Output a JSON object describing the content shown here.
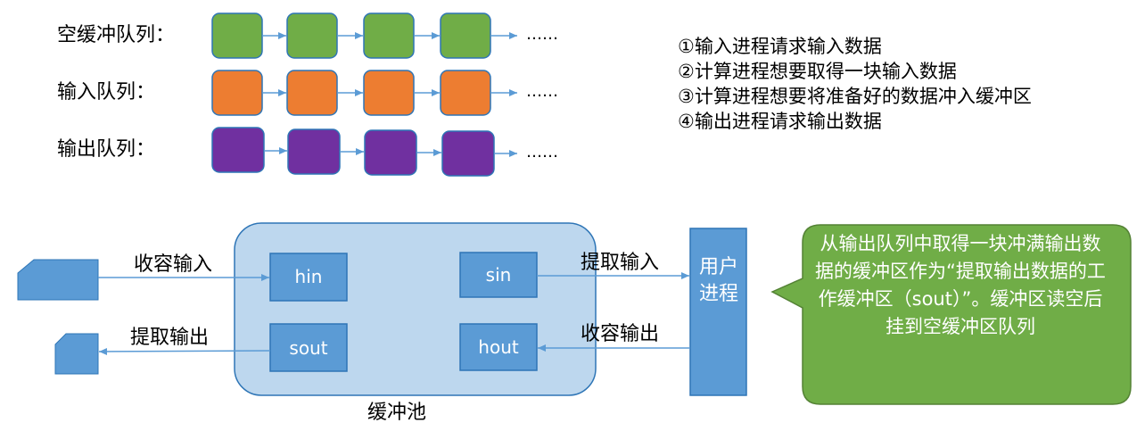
{
  "queues": {
    "empty": {
      "label": "空缓冲队列：",
      "color": "#70ad47",
      "ellipsis": "……"
    },
    "input": {
      "label": "输入队列：",
      "color": "#ed7d31",
      "ellipsis": "……"
    },
    "output": {
      "label": "输出队列：",
      "color": "#7030a0",
      "ellipsis": "……"
    }
  },
  "steps": [
    "①输入进程请求输入数据",
    "②计算进程想要取得一块输入数据",
    "③计算进程想要将准备好的数据冲入缓冲区",
    "④输出进程请求输出数据"
  ],
  "pool": {
    "label": "缓冲池",
    "buffers": {
      "hin": "hin",
      "sin": "sin",
      "sout": "sout",
      "hout": "hout"
    }
  },
  "arrows": {
    "collect_input": "收容输入",
    "extract_input": "提取输入",
    "extract_output": "提取输出",
    "collect_output": "收容输出"
  },
  "user_process": {
    "label": "用户进程"
  },
  "callout": {
    "text": "从输出队列中取得一块冲满输出数据的缓冲区作为“提取输出数据的工作缓冲区（sout）”。缓冲区读空后挂到空缓冲区队列"
  },
  "colors": {
    "blue": "#5b9bd5",
    "pool_fill": "#bdd7ee",
    "arrow": "#5b9bd5",
    "callout": "#70ad47"
  }
}
